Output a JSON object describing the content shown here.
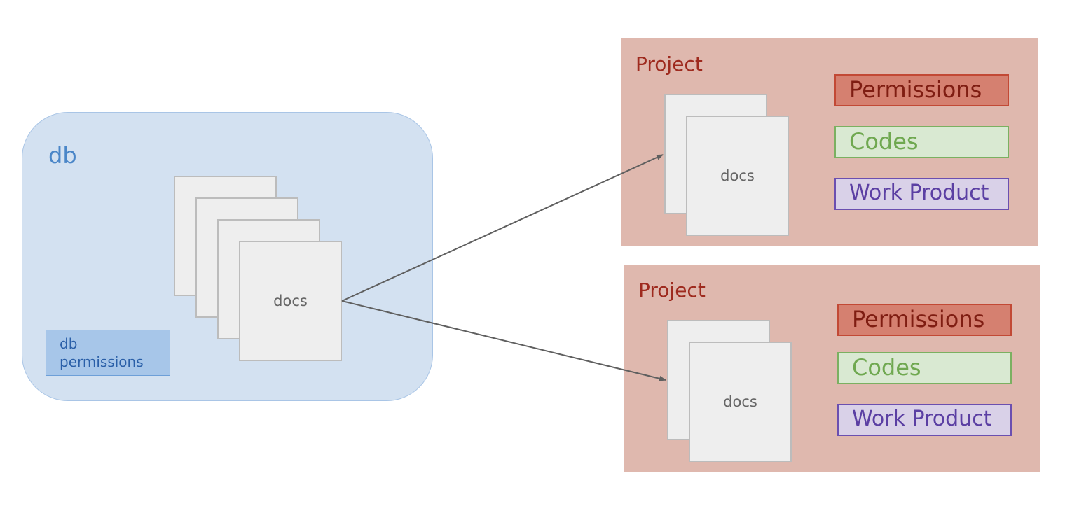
{
  "db": {
    "title": "db",
    "permissions_label": "db\npermissions",
    "docs_label": "docs"
  },
  "projects": [
    {
      "title": "Project",
      "docs_label": "docs",
      "tags": {
        "permissions": "Permissions",
        "codes": "Codes",
        "work_product": "Work Product"
      }
    },
    {
      "title": "Project",
      "docs_label": "docs",
      "tags": {
        "permissions": "Permissions",
        "codes": "Codes",
        "work_product": "Work Product"
      }
    }
  ],
  "colors": {
    "db_fill": "#d3e1f1",
    "project_fill": "#dfb8ae",
    "arrow": "#5f5f5f"
  }
}
